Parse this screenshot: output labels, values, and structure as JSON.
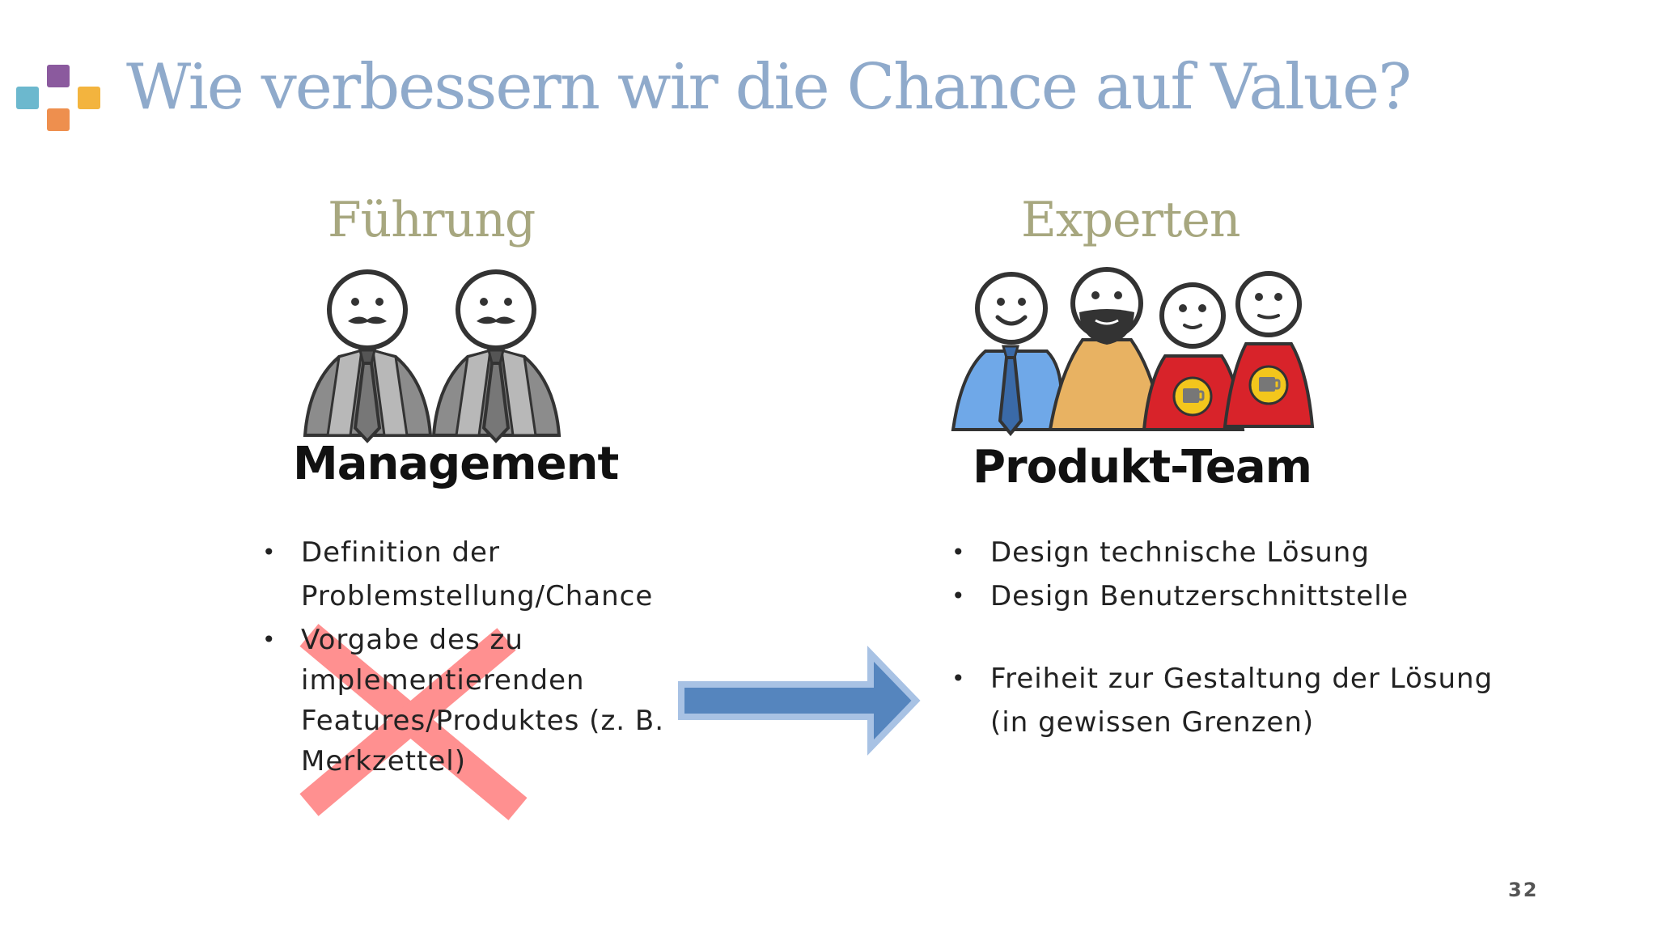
{
  "slide": {
    "title": "Wie verbessern wir die Chance auf Value?",
    "page_number": "32"
  },
  "left_column": {
    "heading": "Führung",
    "role": "Management",
    "bullets": [
      "Definition der Problemstellung/Chance",
      "Vorgabe des zu implementierenden Features/Produktes (z. B. Merkzettel)"
    ],
    "crossed_out_bullet_index": 1
  },
  "right_column": {
    "heading": "Experten",
    "role": "Produkt-Team",
    "bullets": [
      "Design technische Lösung",
      "Design Benutzerschnittstelle",
      "Freiheit zur Gestaltung der Lösung (in gewissen Grenzen)"
    ]
  },
  "icons": {
    "logo": "four-squares-logo-icon",
    "managers": "manager-figure-icon",
    "team": "team-member-figure-icon",
    "arrow": "arrow-right-icon",
    "cross": "red-cross-icon"
  },
  "colors": {
    "title": "#8FAACB",
    "heading": "#A7A77F",
    "logo_top": "#8B5A9E",
    "logo_left": "#6CB8CE",
    "logo_right": "#F3B43E",
    "logo_bottom": "#EE8F4E",
    "arrow": "#4F81BD",
    "cross": "#FF6B6B",
    "suit_gray": "#8C8C8C",
    "shirt_blue": "#6FA8E8",
    "shirt_orange": "#E8B262",
    "shirt_red": "#D8232A"
  }
}
